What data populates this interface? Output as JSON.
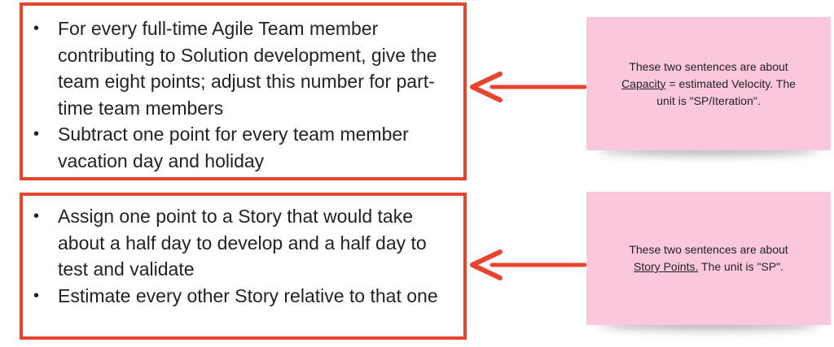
{
  "capacity_box": {
    "bullets": [
      "For every full-time Agile Team member contributing to Solution development, give the team eight points; adjust this number for part-time team members",
      "Subtract one point for every team member vacation day and holiday"
    ]
  },
  "story_points_box": {
    "bullets": [
      "Assign one point to a Story that would take about a half day to develop and a half day to test and validate",
      "Estimate every other Story relative to that one"
    ]
  },
  "bullet_glyph": "•",
  "note_capacity": {
    "line1": "These two sentences are about",
    "term": "Capacity",
    "line2_rest": " = estimated  Velocity. The",
    "line3": "unit is \"SP/Iteration\"."
  },
  "note_story_points": {
    "line1": "These two sentences are about",
    "term": "Story Points.",
    "line2_rest": " The unit is \"SP\"."
  },
  "colors": {
    "box_border": "#e8432d",
    "arrow": "#e8432d",
    "sticky_note": "#fac7dd"
  }
}
